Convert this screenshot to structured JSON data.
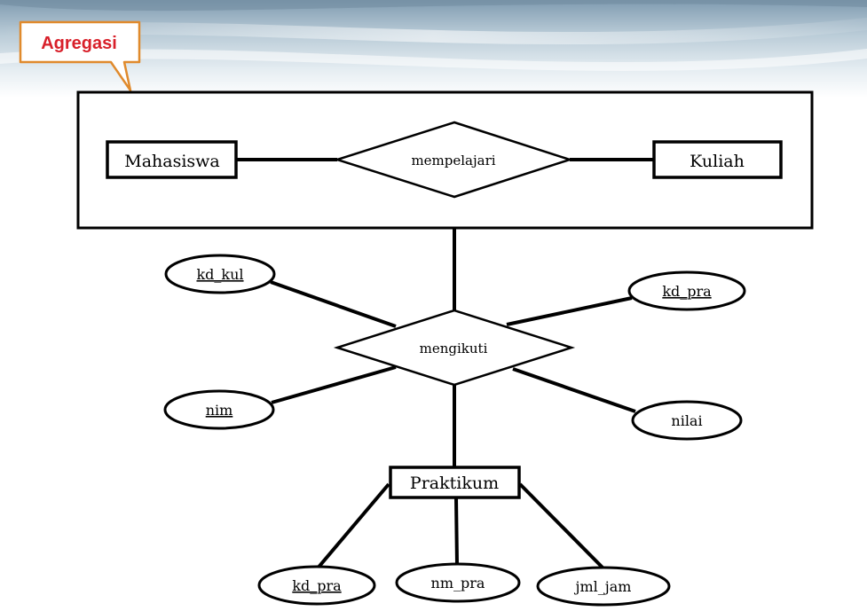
{
  "callout": {
    "label": "Agregasi",
    "text_color": "#d8202a",
    "border_color": "#e08a2c"
  },
  "aggregate": {
    "entity_left": "Mahasiswa",
    "relationship": "mempelajari",
    "entity_right": "Kuliah"
  },
  "relationship": {
    "label": "mengikuti",
    "attributes": [
      {
        "label": "kd_kul",
        "key": true
      },
      {
        "label": "kd_pra",
        "key": true
      },
      {
        "label": "nim",
        "key": true
      },
      {
        "label": "nilai",
        "key": false
      }
    ]
  },
  "entity": {
    "label": "Praktikum",
    "attributes": [
      {
        "label": "kd_pra",
        "key": true
      },
      {
        "label": "nm_pra",
        "key": false
      },
      {
        "label": "jml_jam",
        "key": false
      }
    ]
  },
  "colors": {
    "stroke": "#000000",
    "banner_dark": "#8fa8b8",
    "banner_light": "#eef3f6"
  }
}
